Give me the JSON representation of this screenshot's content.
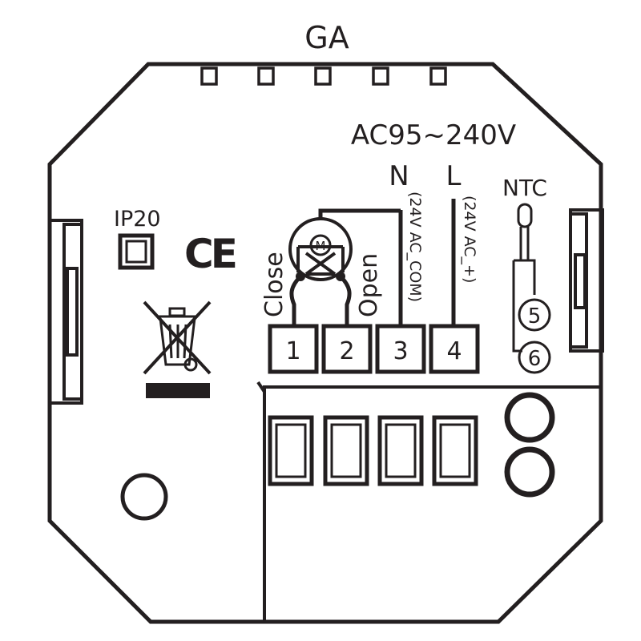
{
  "title": "GA",
  "power": {
    "rating": "AC95~240V",
    "neutral": "N",
    "line": "L",
    "neutral_note": "(24V AC_COM)",
    "line_note": "(24V AC_+)"
  },
  "valve": {
    "close_label": "Close",
    "open_label": "Open",
    "motor_letter": "M"
  },
  "sensor": {
    "label": "NTC",
    "pin_a": "5",
    "pin_b": "6"
  },
  "marks": {
    "ip_rating": "IP20",
    "ce": "CE"
  },
  "terminals": [
    "1",
    "2",
    "3",
    "4"
  ],
  "colors": {
    "line": "#231f20",
    "background": "#ffffff"
  }
}
